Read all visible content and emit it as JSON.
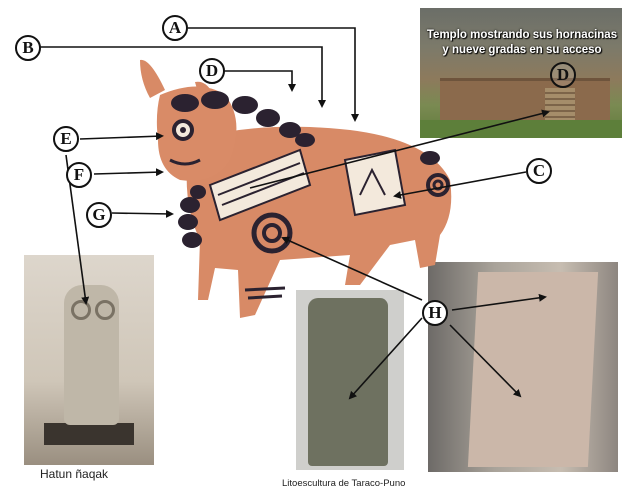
{
  "labels": {
    "a": "A",
    "b": "B",
    "c": "C",
    "d": "D",
    "d_photo": "D",
    "e": "E",
    "f": "F",
    "g": "G",
    "h": "H"
  },
  "temple_photo": {
    "title_line1": "Templo mostrando sus hornacinas",
    "title_line2": "y nueve gradas en su acceso"
  },
  "captions": {
    "statue": "Hatun ñaqak",
    "stone": "Litoescultura de Taraco-Puno"
  },
  "colors": {
    "clay": "#d88a66",
    "dark_paint": "#2b2230",
    "cream_paint": "#f3e9dc",
    "arrow": "#111111"
  }
}
